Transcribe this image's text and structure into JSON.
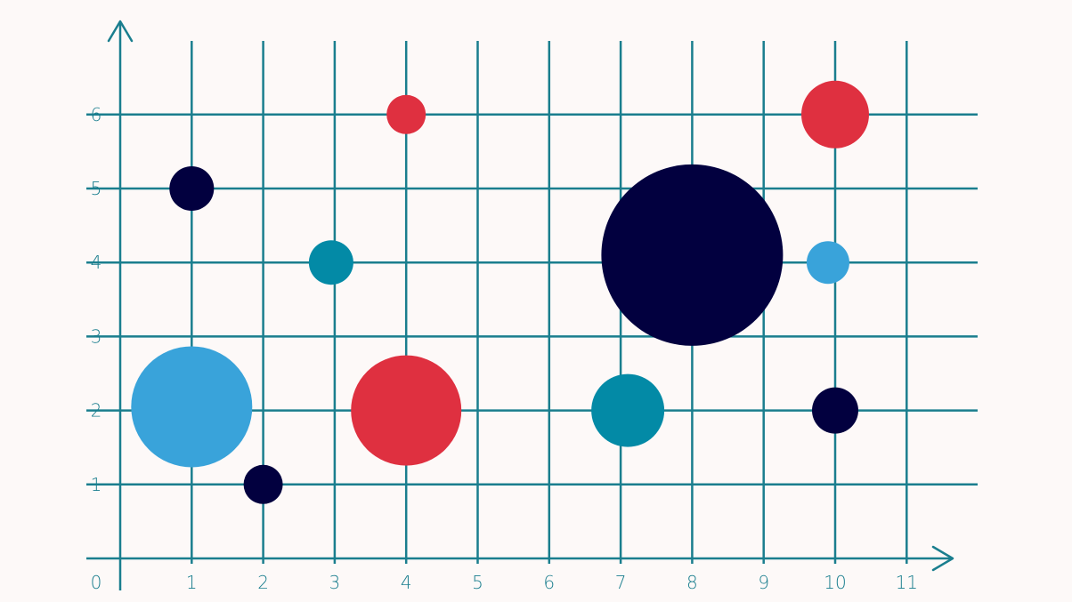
{
  "chart_data": {
    "type": "bubble",
    "title": "",
    "xlabel": "",
    "ylabel": "",
    "origin_label": "0",
    "x_ticks": [
      "1",
      "2",
      "3",
      "4",
      "5",
      "6",
      "7",
      "8",
      "9",
      "10",
      "11"
    ],
    "y_ticks": [
      "1",
      "2",
      "3",
      "4",
      "5",
      "6"
    ],
    "xlim": [
      0,
      11
    ],
    "ylim": [
      0,
      6
    ],
    "grid": true,
    "legend": "none",
    "colors": {
      "background": "#fdf9f8",
      "axis": "#1a7e8e",
      "grid": "#1a7e8e",
      "tick_text": "#1a7e8e",
      "navy": "#02003f",
      "red": "#df3040",
      "light_blue": "#39a3da",
      "teal": "#038aa6"
    },
    "points": [
      {
        "x": 1,
        "y": 2.05,
        "size": 68,
        "color": "light_blue"
      },
      {
        "x": 1,
        "y": 5,
        "size": 25,
        "color": "navy"
      },
      {
        "x": 2,
        "y": 1,
        "size": 22,
        "color": "navy"
      },
      {
        "x": 2.95,
        "y": 4,
        "size": 25,
        "color": "teal"
      },
      {
        "x": 4,
        "y": 6,
        "size": 22,
        "color": "red"
      },
      {
        "x": 4,
        "y": 2,
        "size": 62,
        "color": "red"
      },
      {
        "x": 7.1,
        "y": 2,
        "size": 41,
        "color": "teal"
      },
      {
        "x": 8,
        "y": 4.1,
        "size": 102,
        "color": "navy"
      },
      {
        "x": 10,
        "y": 6,
        "size": 38,
        "color": "red"
      },
      {
        "x": 9.9,
        "y": 4,
        "size": 24,
        "color": "light_blue"
      },
      {
        "x": 10,
        "y": 2,
        "size": 26,
        "color": "navy"
      }
    ]
  }
}
